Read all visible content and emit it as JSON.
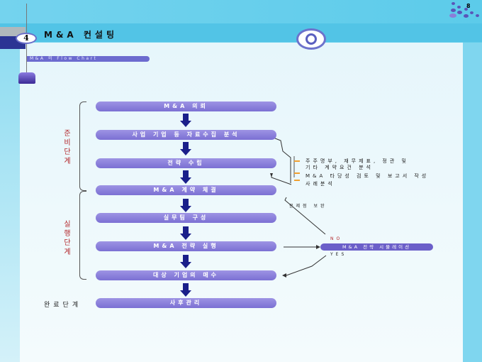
{
  "header": {
    "section_number": "4",
    "title": "M&A 컨설팅",
    "subtitle": "M&A 의 Flow Chart",
    "page_number": "8"
  },
  "stages": {
    "prep": "준비단계",
    "exec": "실행단계",
    "done": "완료단계"
  },
  "steps": [
    "M&A 의뢰",
    "사업 기업 등 자료수집 분석",
    "전략 수립",
    "M&A 계약 체결",
    "실무팀 구성",
    "M&A 전략 실행",
    "대상 기업의 매수",
    "사후관리"
  ],
  "notes": {
    "line1": "주주명부, 재무제표, 정관 및",
    "line2": "기타 계약요건 분석",
    "line3": "M&A 타당성 검토 및 보고서 작성",
    "line4": "사례분석",
    "feedback": "문제점 보완",
    "simulation": "M&A 전략 시뮬레이션",
    "no": "NO",
    "yes": "YES"
  },
  "colors": {
    "bar": "#8a80dc",
    "arrow": "#1a1f8a",
    "stage": "#b3262a"
  }
}
